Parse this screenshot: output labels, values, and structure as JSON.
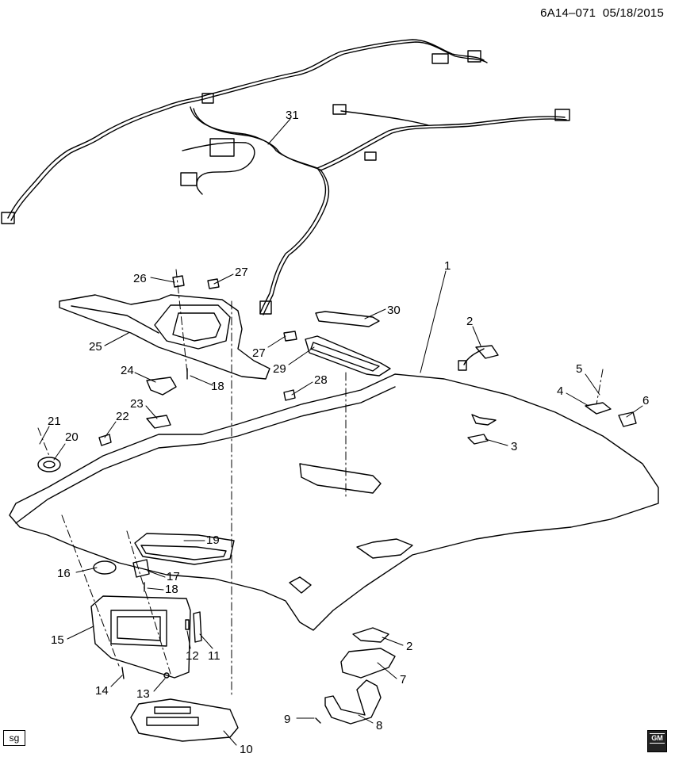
{
  "header": {
    "ref": "6A14–071",
    "date": "05/18/2015"
  },
  "corner_tag": "sg",
  "logo": {
    "text": "GM",
    "icon": "gm-logo-icon"
  },
  "callouts": [
    {
      "id": "c1",
      "label": "1"
    },
    {
      "id": "c2a",
      "label": "2"
    },
    {
      "id": "c2b",
      "label": "2"
    },
    {
      "id": "c3",
      "label": "3"
    },
    {
      "id": "c4",
      "label": "4"
    },
    {
      "id": "c5",
      "label": "5"
    },
    {
      "id": "c6",
      "label": "6"
    },
    {
      "id": "c7",
      "label": "7"
    },
    {
      "id": "c8",
      "label": "8"
    },
    {
      "id": "c9",
      "label": "9"
    },
    {
      "id": "c10",
      "label": "10"
    },
    {
      "id": "c11",
      "label": "11"
    },
    {
      "id": "c12",
      "label": "12"
    },
    {
      "id": "c13",
      "label": "13"
    },
    {
      "id": "c14",
      "label": "14"
    },
    {
      "id": "c15",
      "label": "15"
    },
    {
      "id": "c16",
      "label": "16"
    },
    {
      "id": "c17",
      "label": "17"
    },
    {
      "id": "c18a",
      "label": "18"
    },
    {
      "id": "c18b",
      "label": "18"
    },
    {
      "id": "c19",
      "label": "19"
    },
    {
      "id": "c20",
      "label": "20"
    },
    {
      "id": "c21",
      "label": "21"
    },
    {
      "id": "c22",
      "label": "22"
    },
    {
      "id": "c23",
      "label": "23"
    },
    {
      "id": "c24",
      "label": "24"
    },
    {
      "id": "c25",
      "label": "25"
    },
    {
      "id": "c26",
      "label": "26"
    },
    {
      "id": "c27a",
      "label": "27"
    },
    {
      "id": "c27b",
      "label": "27"
    },
    {
      "id": "c28",
      "label": "28"
    },
    {
      "id": "c29",
      "label": "29"
    },
    {
      "id": "c30",
      "label": "30"
    },
    {
      "id": "c31",
      "label": "31"
    }
  ]
}
